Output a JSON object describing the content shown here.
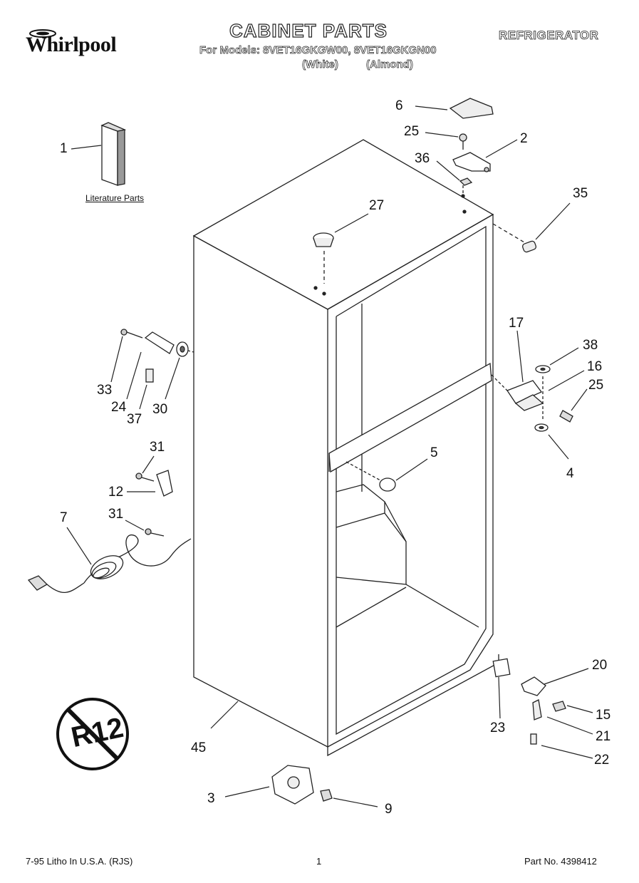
{
  "header": {
    "brand": "Whirlpool",
    "title": "CABINET PARTS",
    "category": "REFRIGERATOR",
    "models_line": "For Models: 8VET16GKGW00, 8VET16GKGN00",
    "variant_white": "(White)",
    "variant_almond": "(Almond)"
  },
  "literature_label": "Literature Parts",
  "callouts": {
    "c1": "1",
    "c2": "2",
    "c3": "3",
    "c4": "4",
    "c5": "5",
    "c6": "6",
    "c7": "7",
    "c9": "9",
    "c12": "12",
    "c15": "15",
    "c16": "16",
    "c17": "17",
    "c20": "20",
    "c21": "21",
    "c22": "22",
    "c23": "23",
    "c24": "24",
    "c25a": "25",
    "c25b": "25",
    "c27": "27",
    "c30": "30",
    "c31a": "31",
    "c31b": "31",
    "c33": "33",
    "c35": "35",
    "c36": "36",
    "c37": "37",
    "c38": "38",
    "c45": "45"
  },
  "badge": "R12",
  "footer": {
    "litho": "7-95 Litho In U.S.A. (RJS)",
    "page": "1",
    "part_no": "Part No. 4398412"
  }
}
